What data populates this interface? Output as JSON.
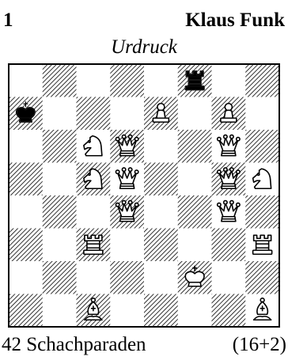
{
  "header": {
    "number": "1",
    "author": "Klaus Funk",
    "subtitle": "Urdruck"
  },
  "footer": {
    "source": "42 Schachparaden",
    "count": "(16+2)"
  },
  "colors": {
    "dark_hatch": "#000000",
    "light": "#ffffff"
  },
  "board": {
    "pieces": [
      {
        "sq": "f8",
        "color": "black",
        "type": "rook"
      },
      {
        "sq": "a7",
        "color": "black",
        "type": "king"
      },
      {
        "sq": "e7",
        "color": "white",
        "type": "pawn"
      },
      {
        "sq": "g7",
        "color": "white",
        "type": "pawn"
      },
      {
        "sq": "c6",
        "color": "white",
        "type": "knight"
      },
      {
        "sq": "d6",
        "color": "white",
        "type": "queen"
      },
      {
        "sq": "g6",
        "color": "white",
        "type": "queen"
      },
      {
        "sq": "c5",
        "color": "white",
        "type": "knight"
      },
      {
        "sq": "d5",
        "color": "white",
        "type": "queen"
      },
      {
        "sq": "g5",
        "color": "white",
        "type": "queen"
      },
      {
        "sq": "h5",
        "color": "white",
        "type": "knight"
      },
      {
        "sq": "d4",
        "color": "white",
        "type": "queen"
      },
      {
        "sq": "g4",
        "color": "white",
        "type": "queen"
      },
      {
        "sq": "c3",
        "color": "white",
        "type": "rook"
      },
      {
        "sq": "h3",
        "color": "white",
        "type": "rook"
      },
      {
        "sq": "f2",
        "color": "white",
        "type": "king"
      },
      {
        "sq": "c1",
        "color": "white",
        "type": "bishop"
      },
      {
        "sq": "h1",
        "color": "white",
        "type": "bishop"
      }
    ]
  }
}
